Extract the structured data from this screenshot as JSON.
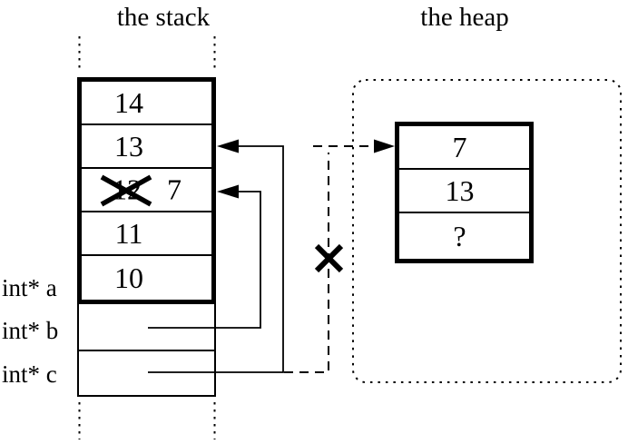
{
  "titles": {
    "stack": "the stack",
    "heap": "the heap"
  },
  "stack": {
    "cells": [
      {
        "value": "14"
      },
      {
        "value": "13"
      },
      {
        "value": "12",
        "crossed_out": true,
        "new_value": "7"
      },
      {
        "value": "11"
      },
      {
        "value": "10"
      }
    ]
  },
  "variables": [
    {
      "label": "int* a"
    },
    {
      "label": "int* b"
    },
    {
      "label": "int* c"
    }
  ],
  "heap": {
    "cells": [
      {
        "value": "7"
      },
      {
        "value": "13"
      },
      {
        "value": "?"
      }
    ]
  },
  "icons": {
    "arrowhead_left": "left-pointing solid triangle",
    "arrowhead_right": "right-pointing solid triangle",
    "cross_out": "X mark"
  },
  "colors": {
    "ink": "#000000",
    "background": "#ffffff"
  }
}
